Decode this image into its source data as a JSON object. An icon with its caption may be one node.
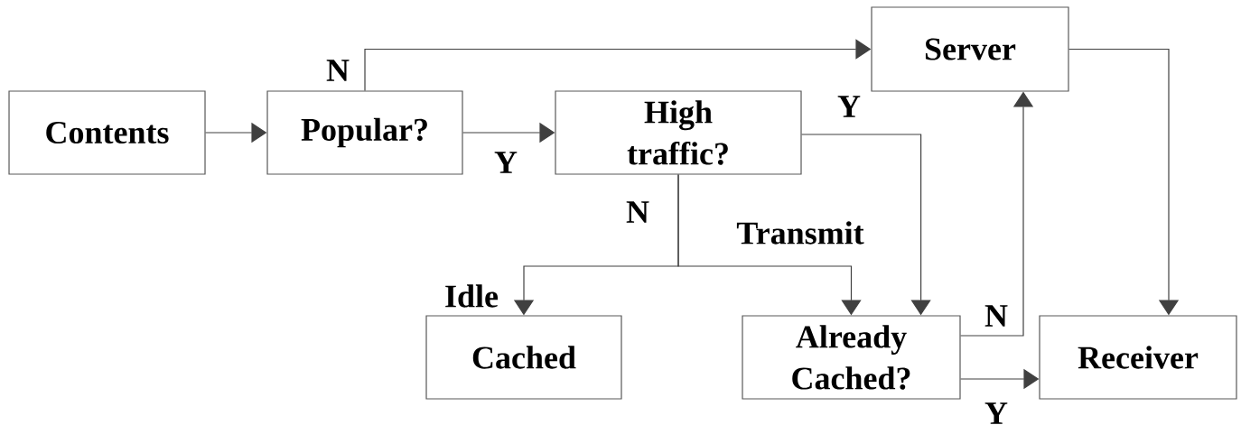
{
  "diagram": {
    "nodes": [
      {
        "text": [
          "Contents"
        ]
      },
      {
        "text": [
          "Popular?"
        ]
      },
      {
        "text": [
          "High traffic?"
        ]
      },
      {
        "text": [
          "Server"
        ]
      },
      {
        "text": [
          "Cached"
        ]
      },
      {
        "text": [
          "Already Cached?"
        ]
      },
      {
        "text": [
          "Receiver"
        ]
      }
    ],
    "edges": [
      {
        "from": 0,
        "to": 1,
        "arrow": "to"
      },
      {
        "from": 1,
        "to": 2,
        "arrow": "to",
        "label": "Y"
      },
      {
        "from": 1,
        "to": 3,
        "arrow": "to",
        "label": "N"
      },
      {
        "from": 2,
        "to": 5,
        "arrow": "to",
        "label": "Y"
      },
      {
        "from": 2,
        "to": 4,
        "arrow": "to",
        "label": "Idle"
      },
      {
        "from": 2,
        "to": 5,
        "arrow": "to",
        "label": "Transmit"
      },
      {
        "from": 3,
        "to": 6,
        "arrow": "to"
      },
      {
        "from": 5,
        "to": 3,
        "arrow": "to",
        "label": "N"
      },
      {
        "from": 5,
        "to": 6,
        "arrow": "to",
        "label": "Y"
      }
    ],
    "labels": [
      "N"
    ]
  }
}
